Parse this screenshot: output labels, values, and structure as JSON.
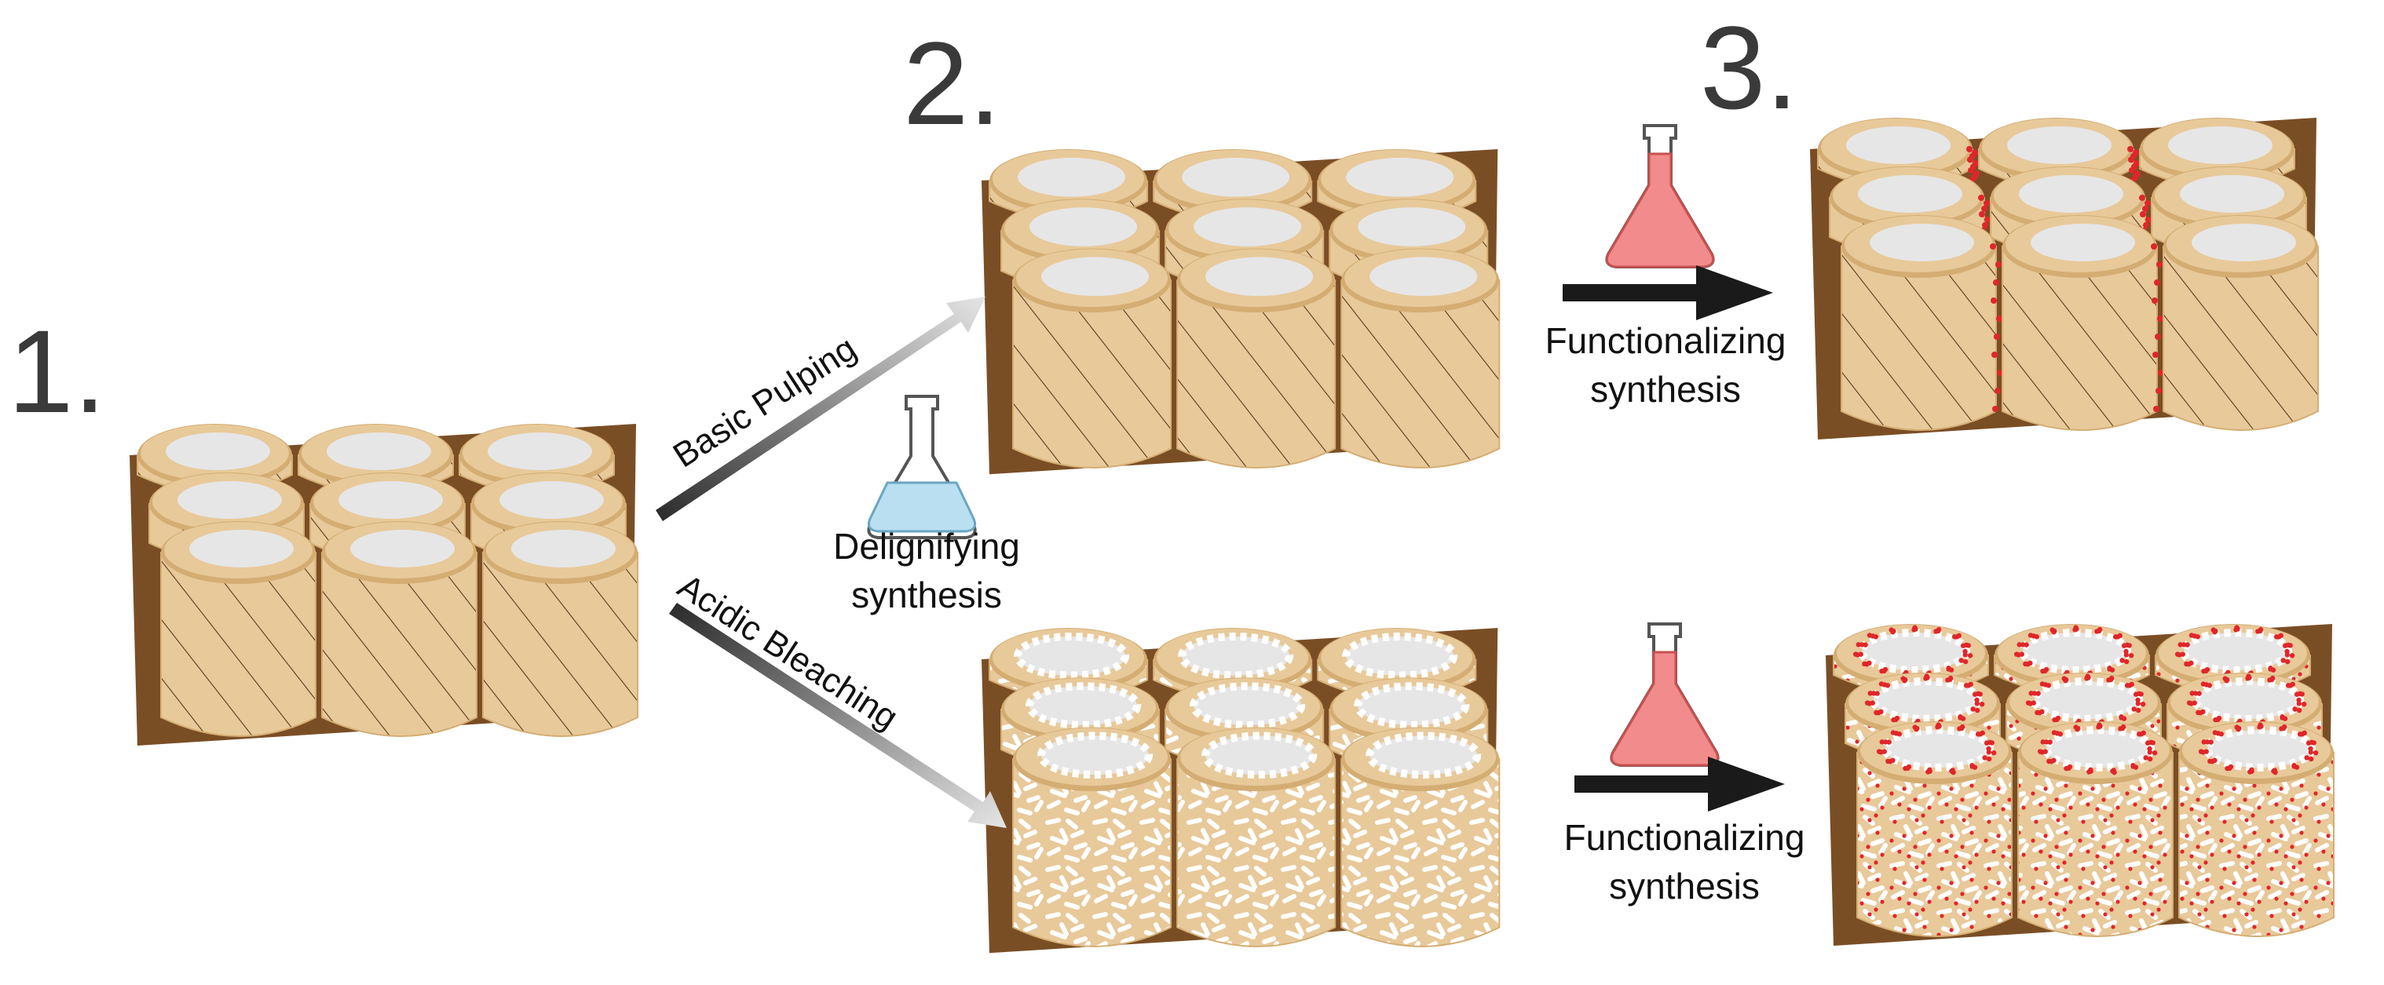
{
  "steps": {
    "one": "1.",
    "two": "2.",
    "three": "3."
  },
  "routes": {
    "upper": "Basic Pulping",
    "lower": "Acidic Bleaching"
  },
  "captions": {
    "delignifying_line1": "Delignifying",
    "delignifying_line2": "synthesis",
    "functionalizing_top_line1": "Functionalizing",
    "functionalizing_top_line2": "synthesis",
    "functionalizing_bottom_line1": "Functionalizing",
    "functionalizing_bottom_line2": "synthesis"
  },
  "colors": {
    "wood_cell": "#e8c99a",
    "wood_cell_dark": "#d4ad73",
    "lumen": "#e6e6e6",
    "cell_wall_gap": "#7a4e25",
    "blue_flask_liquid": "#b9dff0",
    "red_flask_liquid": "#f28b8b",
    "particles": "#e0262b",
    "arrow": "#1a1a1a"
  },
  "icons": [
    "flask-icon",
    "arrow-icon"
  ]
}
